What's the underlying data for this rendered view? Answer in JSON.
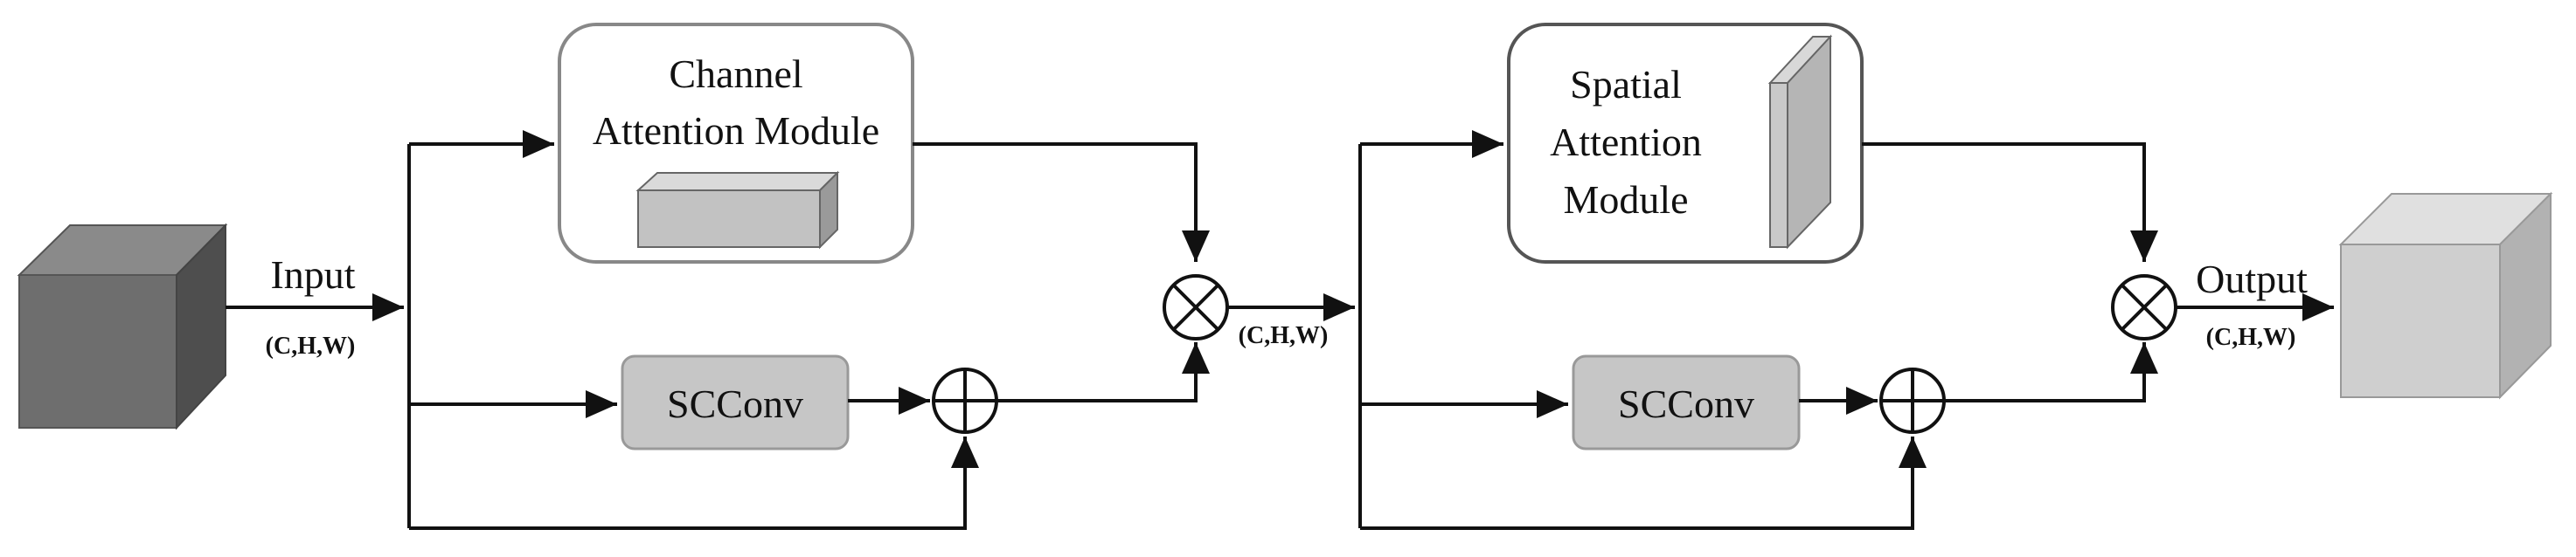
{
  "input": {
    "label": "Input",
    "shape": "(C,H,W)"
  },
  "channel_module": {
    "line1": "Channel",
    "line2": "Attention Module"
  },
  "spatial_module": {
    "line1": "Spatial",
    "line2": "Attention",
    "line3": "Module"
  },
  "scconv_1": {
    "label": "SCConv"
  },
  "scconv_2": {
    "label": "SCConv"
  },
  "middle": {
    "shape": "(C,H,W)"
  },
  "output": {
    "label": "Output",
    "shape": "(C,H,W)"
  },
  "colors": {
    "input_cube": "#6e6e6e",
    "output_cube": "#cfcfcf",
    "scconv_fill": "#c6c6c6",
    "module_border": "#888888"
  }
}
